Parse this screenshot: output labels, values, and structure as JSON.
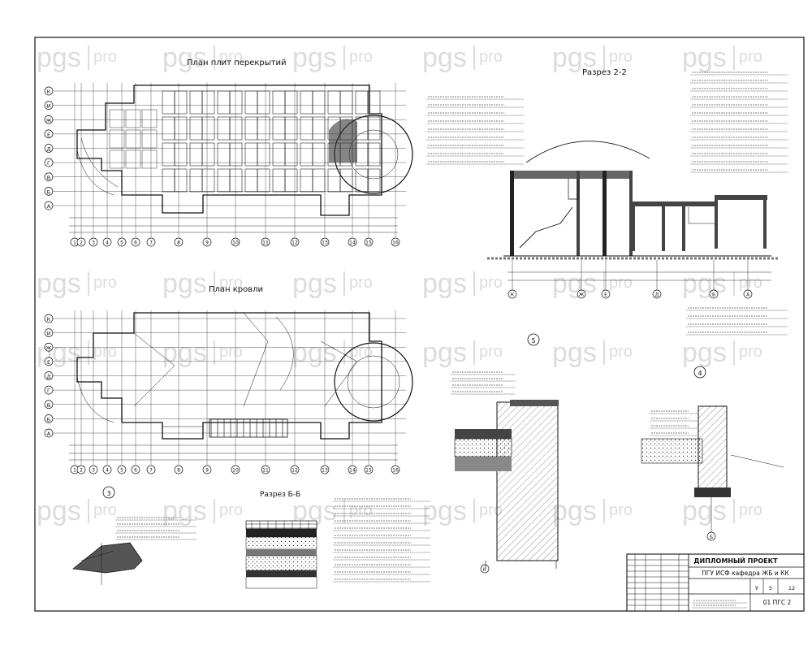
{
  "watermark": {
    "brand": "pgs",
    "suffix": "pro"
  },
  "plan_roof_framing": {
    "title": "План плит перекрытий",
    "row_labels": [
      "К",
      "И",
      "Ж",
      "Е",
      "Д",
      "Г",
      "В",
      "Б",
      "А"
    ],
    "col_labels": [
      "1",
      "2",
      "3",
      "4",
      "5",
      "6",
      "7",
      "8",
      "9",
      "10",
      "11",
      "12",
      "13",
      "14",
      "15",
      "16"
    ]
  },
  "plan_roof": {
    "title": "План кровли",
    "row_labels": [
      "К",
      "И",
      "Ж",
      "Е",
      "Д",
      "Г",
      "В",
      "Б",
      "А"
    ],
    "col_labels": [
      "1",
      "2",
      "3",
      "4",
      "5",
      "6",
      "7",
      "8",
      "9",
      "10",
      "11",
      "12",
      "13",
      "14",
      "15",
      "16"
    ]
  },
  "section_22": {
    "title": "Разрез 2-2",
    "axes": [
      "К",
      "Ж",
      "Е",
      "Д",
      "Б",
      "А"
    ]
  },
  "section_bb": {
    "title": "Разрез Б-Б"
  },
  "node_3": {
    "label": "3"
  },
  "node_4": {
    "label": "4"
  },
  "node_5": {
    "label": "5"
  },
  "node_5_axis": "К",
  "node_4_axis": "Б",
  "title_block": {
    "project": "ДИПЛОМНЫЙ ПРОЕКТ",
    "org": "ПГУ ИСФ кафедра ЖБ и КК",
    "stage": "У",
    "sheet": "5",
    "sheets": "12",
    "code": "01 ПГС 2"
  }
}
